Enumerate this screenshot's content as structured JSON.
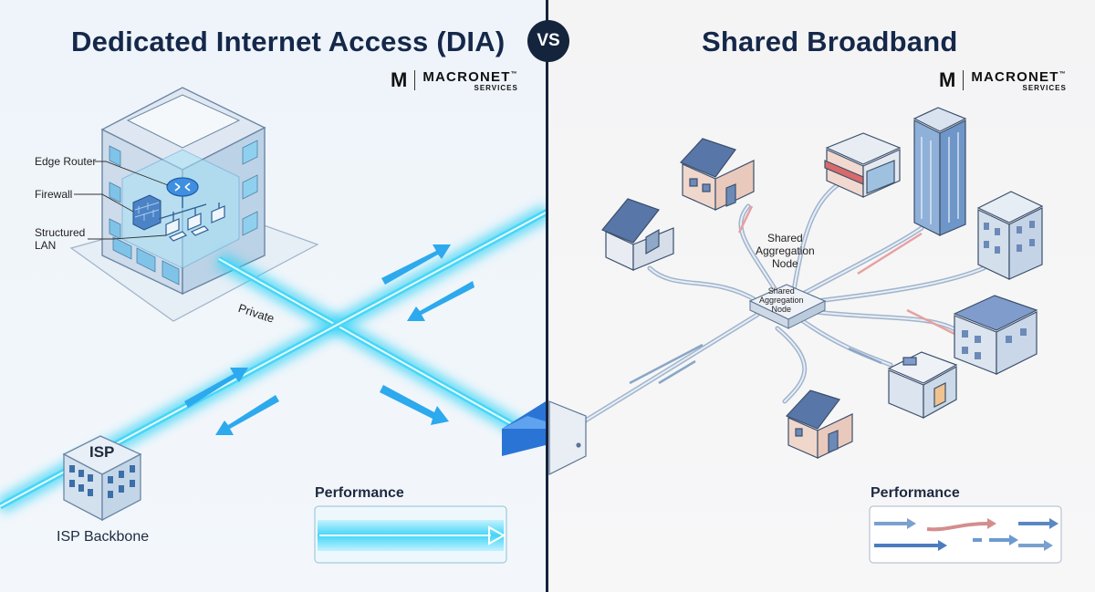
{
  "left": {
    "title": "Dedicated Internet Access (DIA)",
    "brand": {
      "mark": "M",
      "name": "MACRONET",
      "tm": "™",
      "sub": "SERVICES"
    },
    "labels": {
      "edge_router": "Edge Router",
      "firewall": "Firewall",
      "structured_lan": "Structured\nLAN",
      "private": "Private",
      "isp": "ISP",
      "isp_backbone": "ISP Backbone"
    },
    "performance_label": "Performance"
  },
  "vs": "VS",
  "right": {
    "title": "Shared Broadband",
    "brand": {
      "mark": "M",
      "name": "MACRONET",
      "tm": "™",
      "sub": "SERVICES"
    },
    "labels": {
      "shared_node_callout": "Shared\nAggregation\nNode",
      "shared_node_box": "Shared\nAggregation\nNode"
    },
    "performance_label": "Performance"
  },
  "colors": {
    "navy": "#14243d",
    "cyan": "#22c5f0",
    "blue": "#3a78c8",
    "red": "#d07070"
  }
}
